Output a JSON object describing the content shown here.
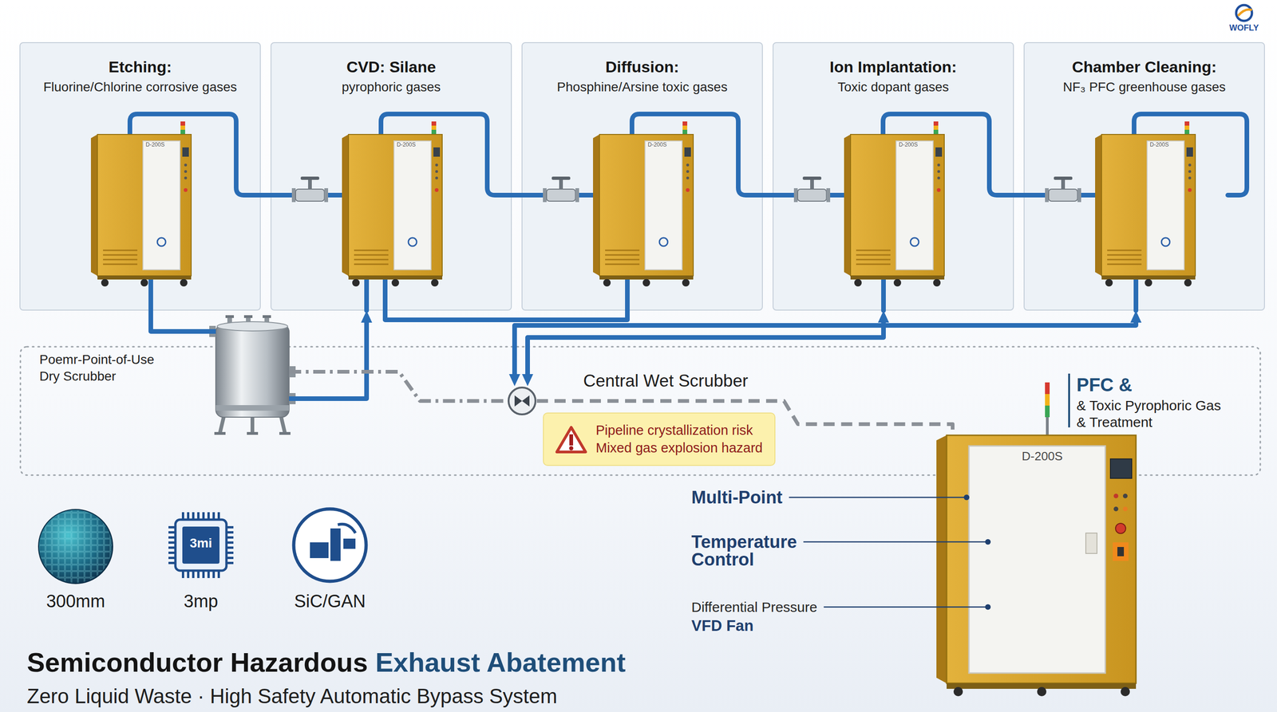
{
  "diagram": {
    "title": "Semiconductor Hazardous Exhaust Abatement",
    "caption": "Zero Liquid Waste · High Safety Automatic Bypass System",
    "nodes": [
      {
        "text": [
          "Etching:",
          "Fluorine/Chlorine corrosive gases"
        ]
      },
      {
        "text": [
          "CVD: Silane",
          "pyrophoric gases"
        ]
      },
      {
        "text": [
          "Diffusion:",
          "Phosphine/Arsine toxic gases"
        ]
      },
      {
        "text": [
          "Ion Implantation:",
          "Toxic dopant gases"
        ]
      },
      {
        "text": [
          "Chamber Cleaning:",
          "NF₃ PFC greenhouse gases"
        ]
      },
      {
        "text": [
          "Poemr-Point-of-Use Dry Scrubber"
        ]
      },
      {
        "text": [
          "Central Wet Scrubber"
        ]
      },
      {
        "text": [
          "Pipeline crystallization risk",
          "Mixed gas explosion hazard"
        ]
      },
      {
        "text": [
          "PFC &",
          "& Toxic Pyrophoric Gas & Treatment",
          "D-200S"
        ]
      }
    ],
    "edges": [
      {
        "from": 0,
        "to": 1,
        "arrow": "none"
      },
      {
        "from": 1,
        "to": 2,
        "arrow": "none"
      },
      {
        "from": 2,
        "to": 3,
        "arrow": "none"
      },
      {
        "from": 3,
        "to": 4,
        "arrow": "none"
      },
      {
        "from": 0,
        "to": 5,
        "arrow": "none"
      },
      {
        "from": 5,
        "to": 1,
        "arrow": "to"
      },
      {
        "from": 1,
        "to": 2,
        "arrow": "none"
      },
      {
        "from": 3,
        "to": 6,
        "arrow": "both"
      },
      {
        "from": 4,
        "to": 6,
        "arrow": "both"
      },
      {
        "from": 5,
        "to": 6,
        "arrow": "none"
      },
      {
        "from": 6,
        "to": 8,
        "arrow": "none"
      }
    ],
    "labels": [
      "WOFLY",
      "D-200S",
      "D-200S",
      "D-200S",
      "D-200S",
      "D-200S",
      "300mm",
      "3mi",
      "3mp",
      "SiC/GAN",
      "Multi-Point",
      "Temperature Control",
      "Differential Pressure",
      "VFD Fan"
    ]
  }
}
